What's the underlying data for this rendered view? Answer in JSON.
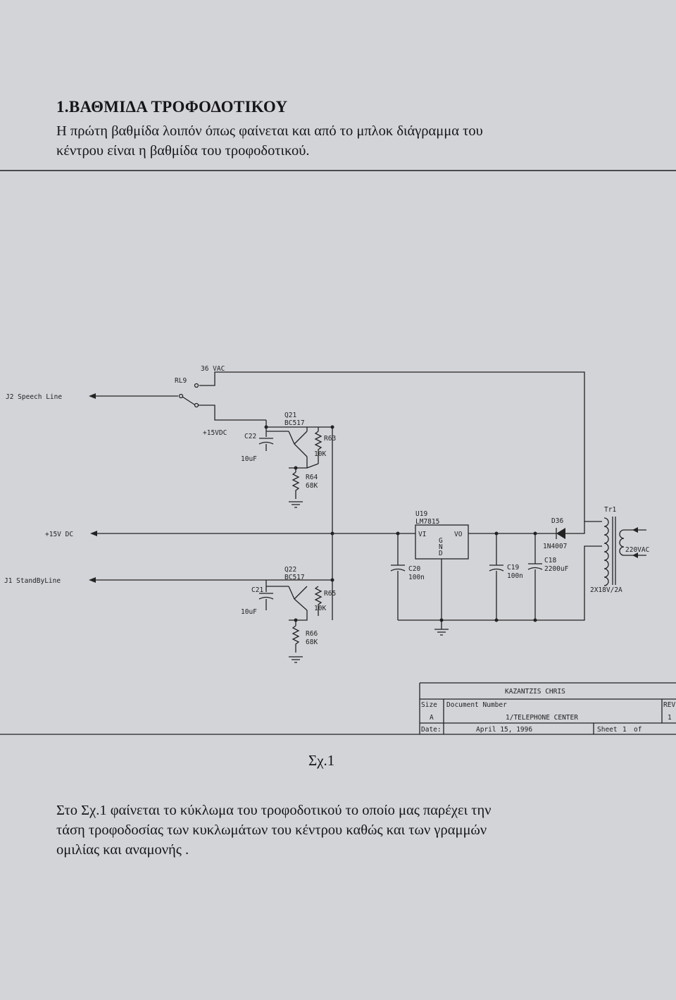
{
  "heading": "1.ΒΑΘΜΙΔΑ ΤΡΟΦΟΔΟΤΙΚΟΥ",
  "intro": {
    "line1": "Η πρώτη βαθμίδα λοιπόν όπως φαίνεται και από το μπλοκ διάγραμμα του",
    "line2": "κέντρου είναι η βαθμίδα του τροφοδοτικού."
  },
  "schematic": {
    "labels": {
      "j2": "J2 Speech Line",
      "j1": "J1 StandByLine",
      "plus15dc": "+15V DC",
      "vac36": "36 VAC",
      "rl9": "RL9",
      "plus15vdc": "+15VDC",
      "c22": "C22",
      "c22val": "10uF",
      "q21": "Q21",
      "q21type": "BC517",
      "r63": "R63",
      "r63val": "10K",
      "r64": "R64",
      "r64val": "68K",
      "c21": "C21",
      "c21val": "10uF",
      "q22": "Q22",
      "q22type": "BC517",
      "r65": "R65",
      "r65val": "10K",
      "r66": "R66",
      "r66val": "68K",
      "u19": "U19",
      "u19type": "LM7815",
      "vi": "VI",
      "vo": "VO",
      "gnd_g": "G",
      "gnd_n": "N",
      "gnd_d": "D",
      "c20": "C20",
      "c20val": "100n",
      "c19": "C19",
      "c19val": "100n",
      "c18": "C18",
      "c18val": "2200uF",
      "d36": "D36",
      "d36type": "1N4007",
      "tr1": "Tr1",
      "vac220": "220VAC",
      "trval": "2X18V/2A"
    },
    "title_block": {
      "author": "KAZANTZIS CHRIS",
      "size_label": "Size",
      "doc_label": "Document Number",
      "rev_label": "REV",
      "size": "A",
      "doc": "1/TELEPHONE CENTER",
      "rev": "1",
      "date_label": "Date:",
      "date": "April 15, 1996",
      "sheet_label": "Sheet",
      "sheet": "1",
      "of": "of"
    }
  },
  "caption": "Σχ.1",
  "body": {
    "line1": "Στο Σχ.1 φαίνεται το κύκλωμα του τροφοδοτικού το οποίο μας παρέχει την",
    "line2": "τάση τροφοδοσίας των κυκλωμάτων του κέντρου καθώς και των γραμμών",
    "line3": "ομιλίας και αναμονής ."
  }
}
